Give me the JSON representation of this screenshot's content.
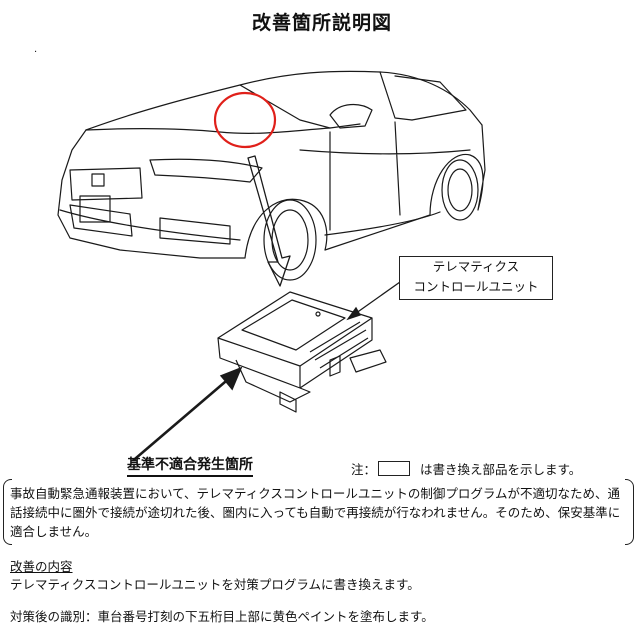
{
  "title": "改善箇所説明図",
  "mark": ".",
  "figure": {
    "unit_label_line1": "テレマティクス",
    "unit_label_line2": "コントロールユニット",
    "nonconformity_label": "基準不適合発生箇所"
  },
  "note": {
    "prefix": "注：",
    "suffix": "は書き換え部品を示します。"
  },
  "description": "事故自動緊急通報装置において、テレマティクスコントロールユニットの制御プログラムが不適切なため、通話接続中に圏外で接続が途切れた後、圏内に入っても自動で再接続が行なわれません。そのため、保安基準に適合しません。",
  "improvement": {
    "heading": "改善の内容",
    "body": "テレマティクスコントロールユニットを対策プログラムに書き換えます。"
  },
  "identification": "対策後の識別：車台番号打刻の下五桁目上部に黄色ペイントを塗布します。",
  "colors": {
    "highlight_circle": "#e0201a",
    "line": "#1a1a1a"
  }
}
